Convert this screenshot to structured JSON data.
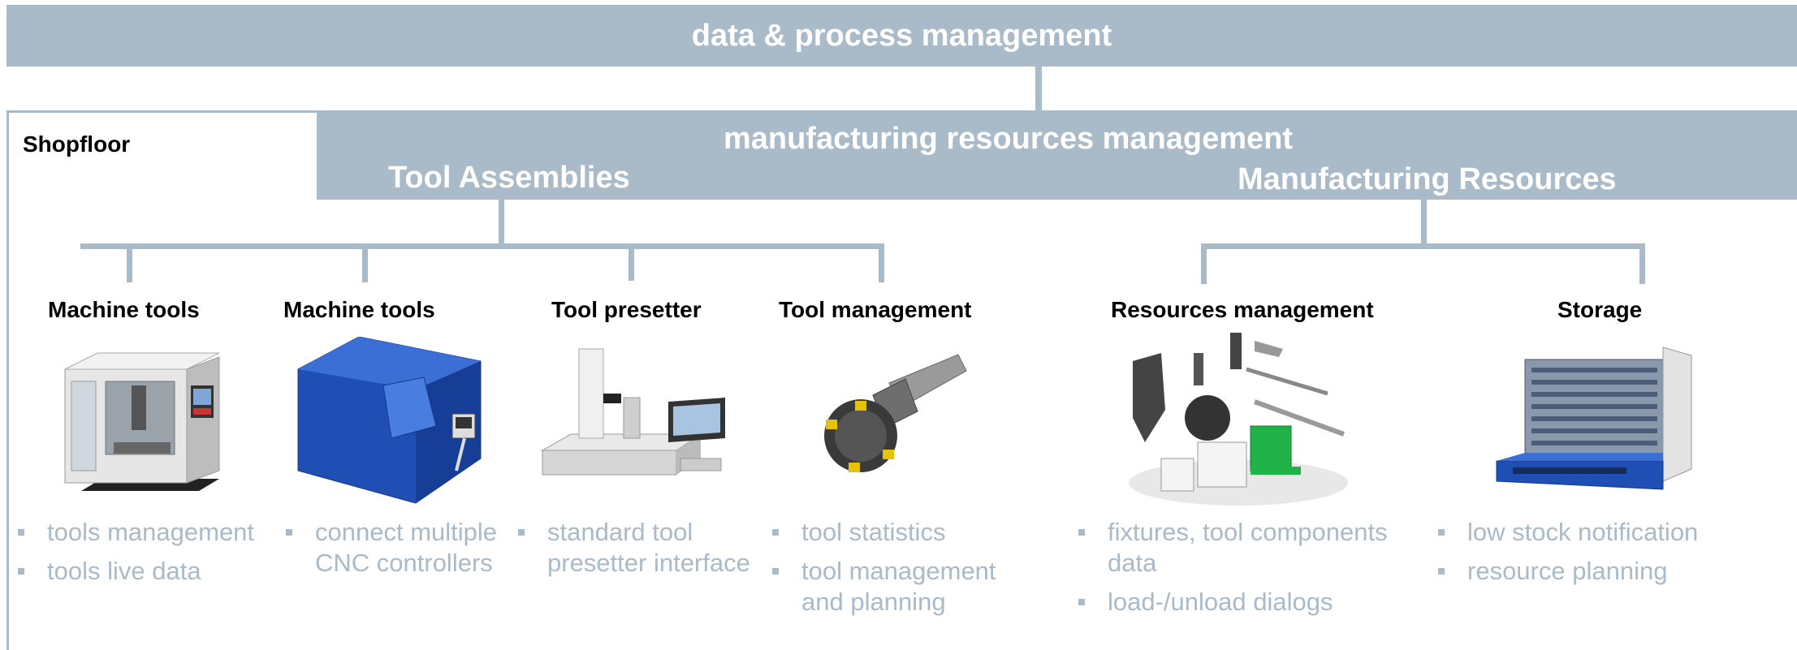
{
  "banner": {
    "title": "data & process management"
  },
  "shopfloor": {
    "label": "Shopfloor"
  },
  "mrm": {
    "title": "manufacturing resources management",
    "tool_assemblies": "Tool Assemblies",
    "manufacturing_resources": "Manufacturing Resources"
  },
  "columns": [
    {
      "title": "Machine tools",
      "icon": "milling-machine-icon",
      "bullets": [
        "tools management",
        "tools live data"
      ]
    },
    {
      "title": "Machine tools",
      "icon": "cnc-lathe-icon",
      "bullets": [
        "connect multiple CNC controllers"
      ]
    },
    {
      "title": "Tool presetter",
      "icon": "tool-presetter-icon",
      "bullets": [
        "standard tool presetter interface"
      ]
    },
    {
      "title": "Tool management",
      "icon": "tool-holder-icon",
      "bullets": [
        "tool statistics",
        "tool management and planning"
      ]
    },
    {
      "title": "Resources management",
      "icon": "fixtures-components-icon",
      "bullets": [
        "fixtures, tool components data",
        "load-/unload dialogs"
      ]
    },
    {
      "title": "Storage",
      "icon": "storage-cabinet-icon",
      "bullets": [
        "low stock notification",
        "resource planning"
      ]
    }
  ],
  "colors": {
    "accent": "#a9bac8",
    "machine_blue": "#1f4fb5"
  }
}
